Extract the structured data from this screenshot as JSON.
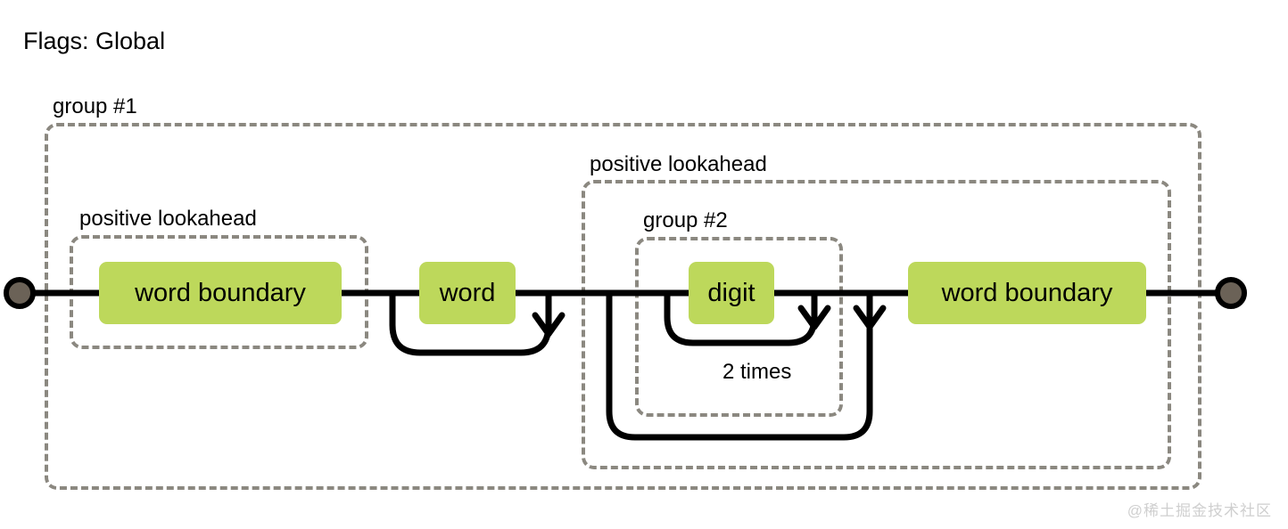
{
  "title": "Flags: Global",
  "colors": {
    "token_fill": "#bdd85b",
    "dashed_border": "#8b8880",
    "rail": "#000000",
    "terminal_fill": "#6b6257",
    "terminal_ring": "#000000",
    "background": "#ffffff",
    "watermark": "#cfcfcf"
  },
  "groups": {
    "group1": {
      "label": "group #1"
    },
    "lookahead1": {
      "label": "positive lookahead"
    },
    "lookahead2": {
      "label": "positive lookahead"
    },
    "group2": {
      "label": "group #2"
    }
  },
  "nodes": {
    "word_boundary_left": {
      "label": "word boundary"
    },
    "word": {
      "label": "word"
    },
    "digit": {
      "label": "digit"
    },
    "word_boundary_right": {
      "label": "word boundary"
    }
  },
  "quantifiers": {
    "digit_repeat": "2 times"
  },
  "terminals": {
    "start": "start-terminal",
    "end": "end-terminal"
  },
  "icons": {
    "start_node": "start-node-icon",
    "end_node": "end-node-icon",
    "loop_arrow_word": "loop-arrowhead-icon",
    "loop_arrow_digit": "loop-arrowhead-icon",
    "loop_arrow_group2": "loop-arrowhead-icon"
  },
  "watermark": "@稀土掘金技术社区"
}
